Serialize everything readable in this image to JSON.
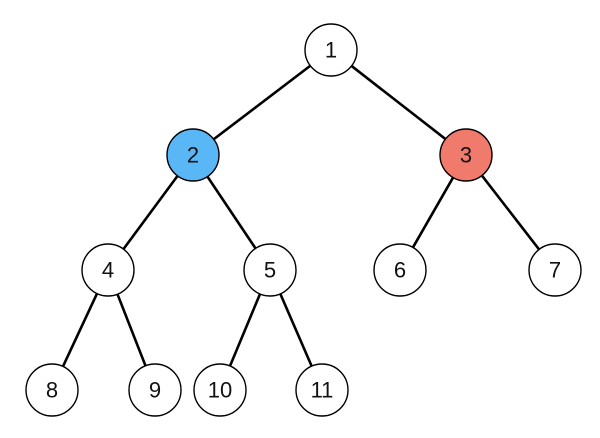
{
  "tree": {
    "nodes": [
      {
        "id": "n1",
        "label": "1",
        "color": "#ffffff"
      },
      {
        "id": "n2",
        "label": "2",
        "color": "#5ab7f5"
      },
      {
        "id": "n3",
        "label": "3",
        "color": "#f07a6c"
      },
      {
        "id": "n4",
        "label": "4",
        "color": "#ffffff"
      },
      {
        "id": "n5",
        "label": "5",
        "color": "#ffffff"
      },
      {
        "id": "n6",
        "label": "6",
        "color": "#ffffff"
      },
      {
        "id": "n7",
        "label": "7",
        "color": "#ffffff"
      },
      {
        "id": "n8",
        "label": "8",
        "color": "#ffffff"
      },
      {
        "id": "n9",
        "label": "9",
        "color": "#ffffff"
      },
      {
        "id": "n10",
        "label": "10",
        "color": "#ffffff"
      },
      {
        "id": "n11",
        "label": "11",
        "color": "#ffffff"
      }
    ],
    "edges": [
      {
        "from": "n1",
        "to": "n2"
      },
      {
        "from": "n1",
        "to": "n3"
      },
      {
        "from": "n2",
        "to": "n4"
      },
      {
        "from": "n2",
        "to": "n5"
      },
      {
        "from": "n3",
        "to": "n6"
      },
      {
        "from": "n3",
        "to": "n7"
      },
      {
        "from": "n4",
        "to": "n8"
      },
      {
        "from": "n4",
        "to": "n9"
      },
      {
        "from": "n5",
        "to": "n10"
      },
      {
        "from": "n5",
        "to": "n11"
      }
    ]
  }
}
